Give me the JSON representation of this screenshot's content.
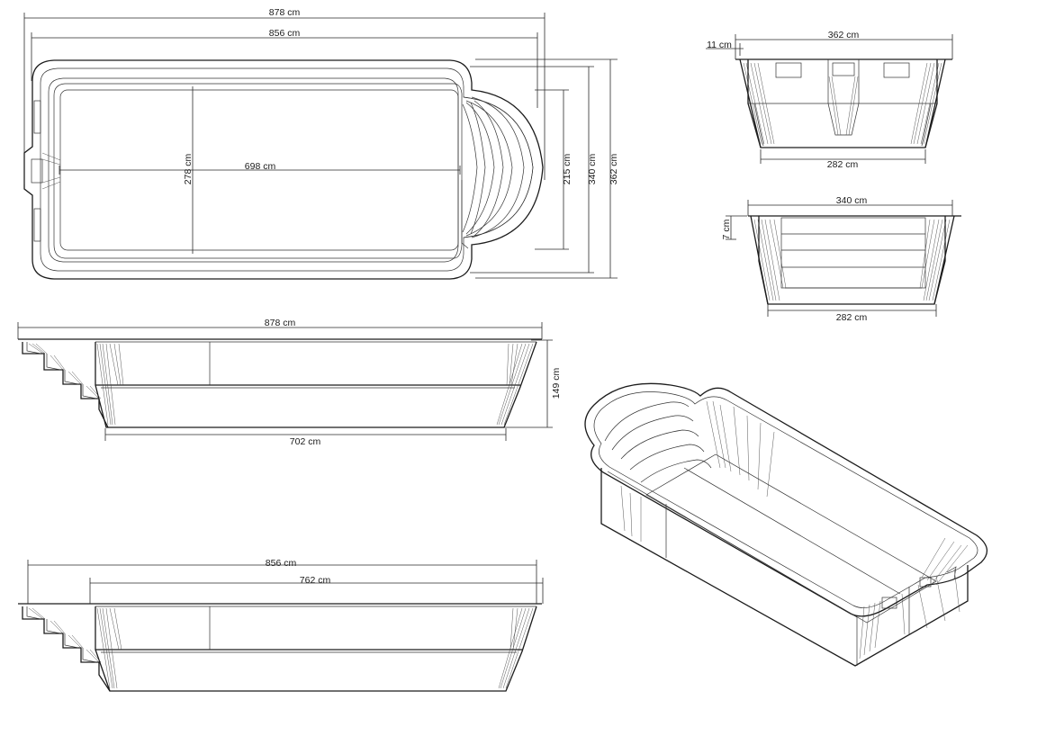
{
  "dimensions": {
    "top_overall_length": "878 cm",
    "top_inner_length": "856 cm",
    "top_inner_width": "278 cm",
    "top_floor_length": "698 cm",
    "top_steps_width": "215 cm",
    "top_body_width": "340 cm",
    "top_overall_width": "362 cm",
    "end_a_width": "362 cm",
    "end_a_rim": "11 cm",
    "end_a_floor": "282 cm",
    "end_b_width": "340 cm",
    "end_b_rim": "7 cm",
    "end_b_floor": "282 cm",
    "side_a_length": "878 cm",
    "side_a_depth": "149 cm",
    "side_a_floor": "702 cm",
    "side_b_length": "856 cm",
    "side_b_inner": "762 cm"
  }
}
